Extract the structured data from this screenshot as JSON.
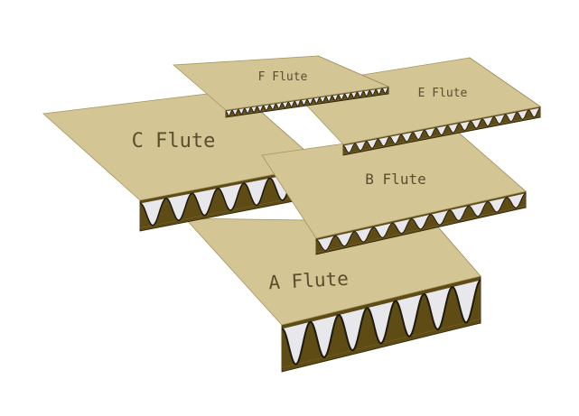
{
  "colors": {
    "top": "#d4c594",
    "side": "#6f5b1a",
    "dark": "#5f4c14",
    "fill": "#e7e7ec",
    "wave": "#1f1a0f"
  },
  "boards": [
    {
      "id": "a",
      "label": "A Flute"
    },
    {
      "id": "c",
      "label": "C Flute"
    },
    {
      "id": "b",
      "label": "B Flute"
    },
    {
      "id": "e",
      "label": "E Flute"
    },
    {
      "id": "f",
      "label": "F Flute"
    }
  ]
}
